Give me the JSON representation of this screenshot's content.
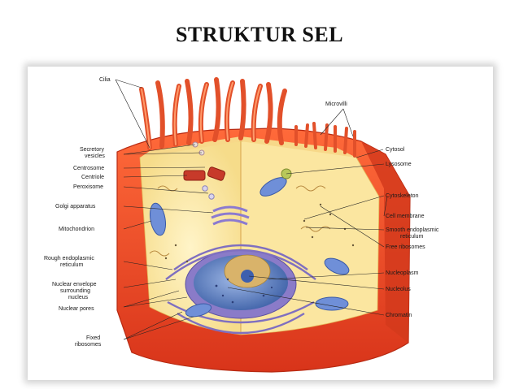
{
  "title": "STRUKTUR SEL",
  "diagram": {
    "labels": {
      "cilia": "Cilia",
      "microvilli": "Microvilli",
      "secretory_vesicles_1": "Secretory",
      "secretory_vesicles_2": "vesicles",
      "cytosol": "Cytosol",
      "centrosome": "Centrosome",
      "lysosome": "Lysosome",
      "centriole": "Centriole",
      "peroxisome": "Peroxisome",
      "cytoskeleton": "Cytoskeleton",
      "golgi_apparatus": "Golgi apparatus",
      "cell_membrane": "Cell membrane",
      "smooth_er_1": "Smooth endoplasmic",
      "smooth_er_2": "reticulum",
      "mitochondrion": "Mitochondrion",
      "free_ribosomes": "Free ribosomes",
      "rough_er_1": "Rough endoplasmic",
      "rough_er_2": "reticulum",
      "nucleoplasm": "Nucleoplasm",
      "nuclear_envelope_1": "Nuclear envelope",
      "nuclear_envelope_2": "surrounding",
      "nuclear_envelope_3": "nucleus",
      "nucleolus": "Nucleolus",
      "nuclear_pores": "Nuclear pores",
      "chromatin": "Chromatin",
      "fixed_ribosomes_1": "Fixed",
      "fixed_ribosomes_2": "ribosomes"
    },
    "colors": {
      "membrane": "#e8401f",
      "membrane_dark": "#c92d12",
      "cytoplasm": "#fbe9a8",
      "cytoplasm_light": "#fff6cf",
      "organelle_purple": "#9a8fd6",
      "nucleus_blue": "#5f86c9",
      "nucleolus_tan": "#d9b36a",
      "mitochondria_blue": "#6f8fd8",
      "centriole_red": "#c73a2a"
    }
  }
}
